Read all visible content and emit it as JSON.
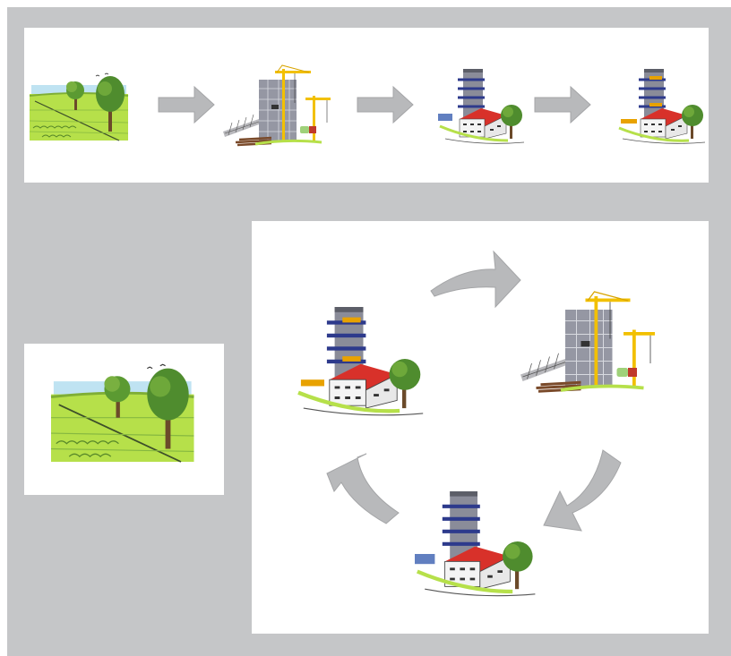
{
  "diagram": {
    "linear_sequence": [
      "empty-field",
      "construction-site",
      "finished-development",
      "finished-development"
    ],
    "cycle_sequence": [
      "construction-site",
      "finished-development",
      "finished-development-with-signs"
    ],
    "single_panel": "empty-field"
  },
  "colors": {
    "background": "#c5c6c8",
    "panel": "#ffffff",
    "arrow_fill": "#b8b9bb",
    "arrow_stroke": "#a4a5a7",
    "grass": "#b6e04a",
    "sky": "#a8d8ee",
    "tower": "#8a8c99",
    "tower_band": "#2d3a8c",
    "crane": "#f2c000",
    "roof": "#d8312a",
    "tree": "#4f8c2e",
    "trunk": "#6b4a2a",
    "sign": "#e8a200"
  }
}
